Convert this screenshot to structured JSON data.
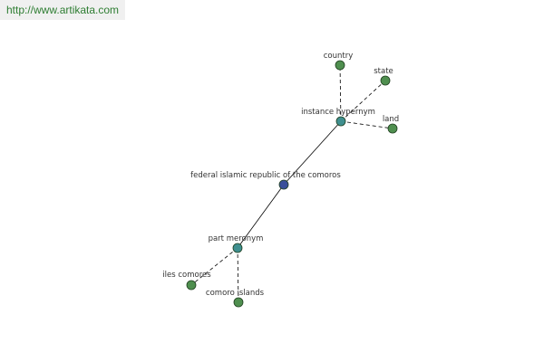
{
  "source_url": "http://www.artikata.com",
  "colors": {
    "center": "#3a4f9a",
    "relation": "#3f8f8f",
    "leaf": "#4f8f4f",
    "banner_text": "#2e7d32"
  },
  "graph": {
    "center": "federal islamic republic of the comoros",
    "relations": [
      {
        "label": "instance hypernym",
        "children": [
          "country",
          "state",
          "land"
        ]
      },
      {
        "label": "part meronym",
        "children": [
          "iles comores",
          "comoro islands"
        ]
      }
    ]
  }
}
